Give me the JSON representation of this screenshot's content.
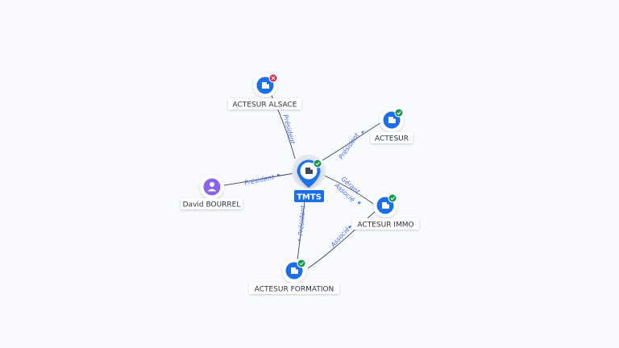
{
  "colors": {
    "background": "#f8fafd",
    "edge": "#3d4657",
    "edge_label": "#4d6de3",
    "arrow": "#2f6fe0",
    "node_blue": "#1a6fe8",
    "person": "#8a63e8",
    "status_ok": "#14944c",
    "status_closed": "#e5294c",
    "label_text": "#2b3245",
    "center_label_bg": "#1a6fe8",
    "center_label_text": "#ffffff"
  },
  "center": {
    "id": "tmts",
    "label": "TMTS",
    "icon": "building-icon",
    "status": "ok"
  },
  "nodes": [
    {
      "id": "actesur-alsace",
      "label": "ACTESUR ALSACE",
      "kind": "company",
      "icon": "building-icon",
      "status": "closed"
    },
    {
      "id": "actesur",
      "label": "ACTESUR",
      "kind": "company",
      "icon": "building-icon",
      "status": "ok"
    },
    {
      "id": "david-bourrel",
      "label": "David BOURREL",
      "kind": "person",
      "icon": "person-icon",
      "status": ""
    },
    {
      "id": "actesur-immo",
      "label": "ACTESUR IMMO",
      "kind": "company",
      "icon": "building-icon",
      "status": "ok"
    },
    {
      "id": "actesur-formation",
      "label": "ACTESUR FORMATION",
      "kind": "company",
      "icon": "building-icon",
      "status": "ok"
    }
  ],
  "edges": [
    {
      "id": "tmts-alsace",
      "from": "tmts",
      "to": "actesur-alsace",
      "label": "Président"
    },
    {
      "id": "tmts-actesur",
      "from": "tmts",
      "to": "actesur",
      "label": "Président"
    },
    {
      "id": "david-tmts",
      "from": "david-bourrel",
      "to": "tmts",
      "label": "Président"
    },
    {
      "id": "tmts-immo",
      "from": "tmts",
      "to": "actesur-immo",
      "label": "Gérant",
      "label2": "Associé"
    },
    {
      "id": "tmts-formation",
      "from": "tmts",
      "to": "actesur-formation",
      "label": "Président"
    },
    {
      "id": "formation-immo",
      "from": "actesur-formation",
      "to": "actesur-immo",
      "label": "Associé"
    }
  ]
}
